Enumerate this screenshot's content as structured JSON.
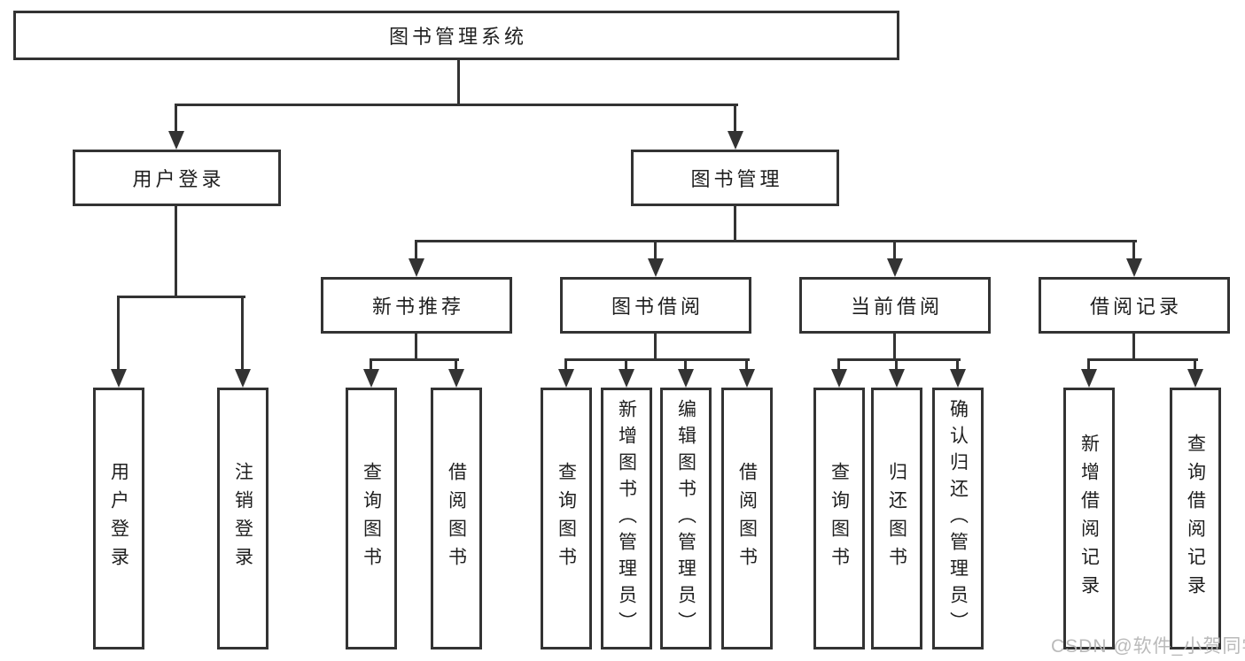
{
  "diagram": {
    "title": "图书管理系统",
    "colors": {
      "line": "#333333",
      "background": "#ffffff",
      "watermark": "#b6b6b6"
    },
    "branches": [
      {
        "label": "用户登录",
        "leaves": [
          {
            "label": "用户登录"
          },
          {
            "label": "注销登录"
          }
        ]
      },
      {
        "label": "图书管理",
        "groups": [
          {
            "label": "新书推荐",
            "leaves": [
              {
                "label": "查询图书"
              },
              {
                "label": "借阅图书"
              }
            ]
          },
          {
            "label": "图书借阅",
            "leaves": [
              {
                "label": "查询图书"
              },
              {
                "label": "新增图书（管理员）"
              },
              {
                "label": "编辑图书（管理员）"
              },
              {
                "label": "借阅图书"
              }
            ]
          },
          {
            "label": "当前借阅",
            "leaves": [
              {
                "label": "查询图书"
              },
              {
                "label": "归还图书"
              },
              {
                "label": "确认归还（管理员）"
              }
            ]
          },
          {
            "label": "借阅记录",
            "leaves": [
              {
                "label": "新增借阅记录"
              },
              {
                "label": "查询借阅记录"
              }
            ]
          }
        ]
      }
    ],
    "watermark": "CSDN @软件_小贺同学"
  }
}
